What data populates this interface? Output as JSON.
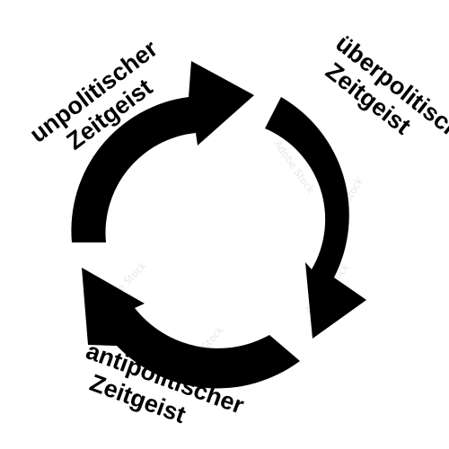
{
  "colors": {
    "arrow": "#000000",
    "text": "#000000",
    "background": "#ffffff"
  },
  "labels": {
    "top_left": {
      "line1": "unpolitischer",
      "line2": "Zeitgeist"
    },
    "top_right": {
      "line1": "überpolitischer",
      "line2": "Zeitgeist"
    },
    "bottom": {
      "line1": "antipolitischer",
      "line2": "Zeitgeist"
    }
  },
  "watermark": "Adobe Stock"
}
